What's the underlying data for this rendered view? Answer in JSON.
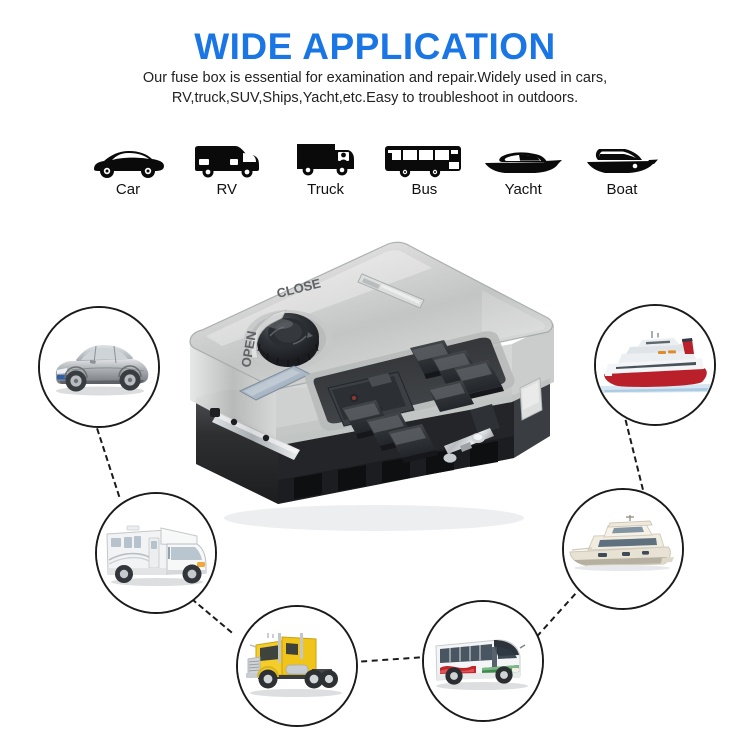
{
  "header": {
    "title": "WIDE APPLICATION",
    "subtitle_line1": "Our fuse box is essential for examination and repair.Widely used in cars,",
    "subtitle_line2": "RV,truck,SUV,Ships,Yacht,etc.Easy to troubleshoot in outdoors.",
    "title_color": "#1a76e4",
    "subtitle_color": "#222222"
  },
  "icon_strip": {
    "items": [
      {
        "label": "Car",
        "icon": "car-silhouette-icon"
      },
      {
        "label": "RV",
        "icon": "rv-van-silhouette-icon"
      },
      {
        "label": "Truck",
        "icon": "box-truck-silhouette-icon"
      },
      {
        "label": "Bus",
        "icon": "city-bus-silhouette-icon"
      },
      {
        "label": "Yacht",
        "icon": "speedboat-silhouette-icon"
      },
      {
        "label": "Boat",
        "icon": "boat-silhouette-icon"
      }
    ]
  },
  "product": {
    "name": "waterproof-blade-fuse-box",
    "dial_label_open": "OPEN",
    "dial_label_close": "CLOSE",
    "cover_color": "#cfd0cf",
    "base_color": "#2b2b2d",
    "fuse_slot_color": "#3a3b3d",
    "fuse_slot_count": 7,
    "terminal_block_count": 2,
    "indicator_led_color": "#8d3b2e"
  },
  "bubbles": [
    {
      "name": "photo-sedan-car",
      "subject": "silver sedan car"
    },
    {
      "name": "photo-cruise-ship",
      "subject": "red and white cruise ship"
    },
    {
      "name": "photo-motorhome-rv",
      "subject": "white class C motorhome"
    },
    {
      "name": "photo-luxury-yacht",
      "subject": "cream luxury yacht"
    },
    {
      "name": "photo-semi-truck",
      "subject": "yellow semi truck"
    },
    {
      "name": "photo-city-bus",
      "subject": "white city bus with red and green stripes"
    }
  ],
  "theme": {
    "background": "#ffffff",
    "outline": "#1b1b1b",
    "accent_blue": "#1a76e4"
  }
}
